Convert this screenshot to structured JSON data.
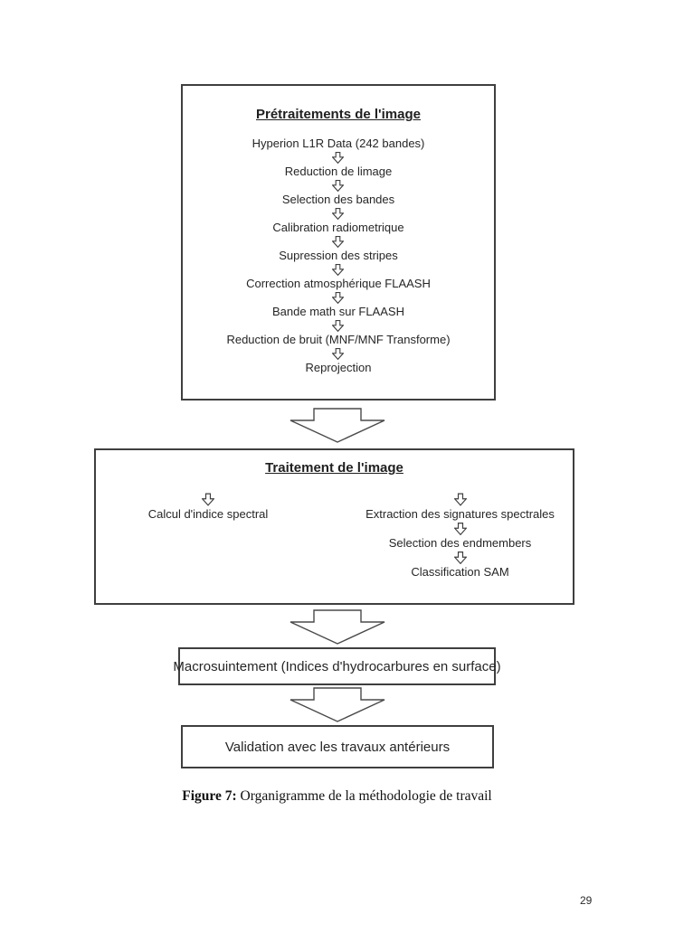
{
  "page_number": "29",
  "caption": {
    "label": "Figure 7:",
    "text": "Organigramme de la méthodologie de travail"
  },
  "flowchart": {
    "pretreatment": {
      "title": "Prétraitements de l'image",
      "steps": [
        "Hyperion L1R Data (242 bandes)",
        "Reduction de limage",
        "Selection des bandes",
        "Calibration radiometrique",
        "Supression des stripes",
        "Correction atmosphérique FLAASH",
        "Bande math sur FLAASH",
        "Reduction de bruit (MNF/MNF Transforme)",
        "Reprojection"
      ]
    },
    "treatment": {
      "title": "Traitement de l'image",
      "left_branch": [
        "Calcul d'indice spectral"
      ],
      "right_branch": [
        "Extraction des signatures spectrales",
        "Selection des endmembers",
        "Classification SAM"
      ]
    },
    "macro_label": "Macrosuintement (Indices d'hydrocarbures en surface)",
    "validation_label": "Validation avec les travaux antérieurs"
  },
  "icons": {
    "small_down_arrow": "block-down-arrow-outline",
    "big_down_arrow": "block-down-arrow-outline-large"
  },
  "colors": {
    "border": "#3f3f3f",
    "text": "#262626",
    "background": "#ffffff"
  }
}
